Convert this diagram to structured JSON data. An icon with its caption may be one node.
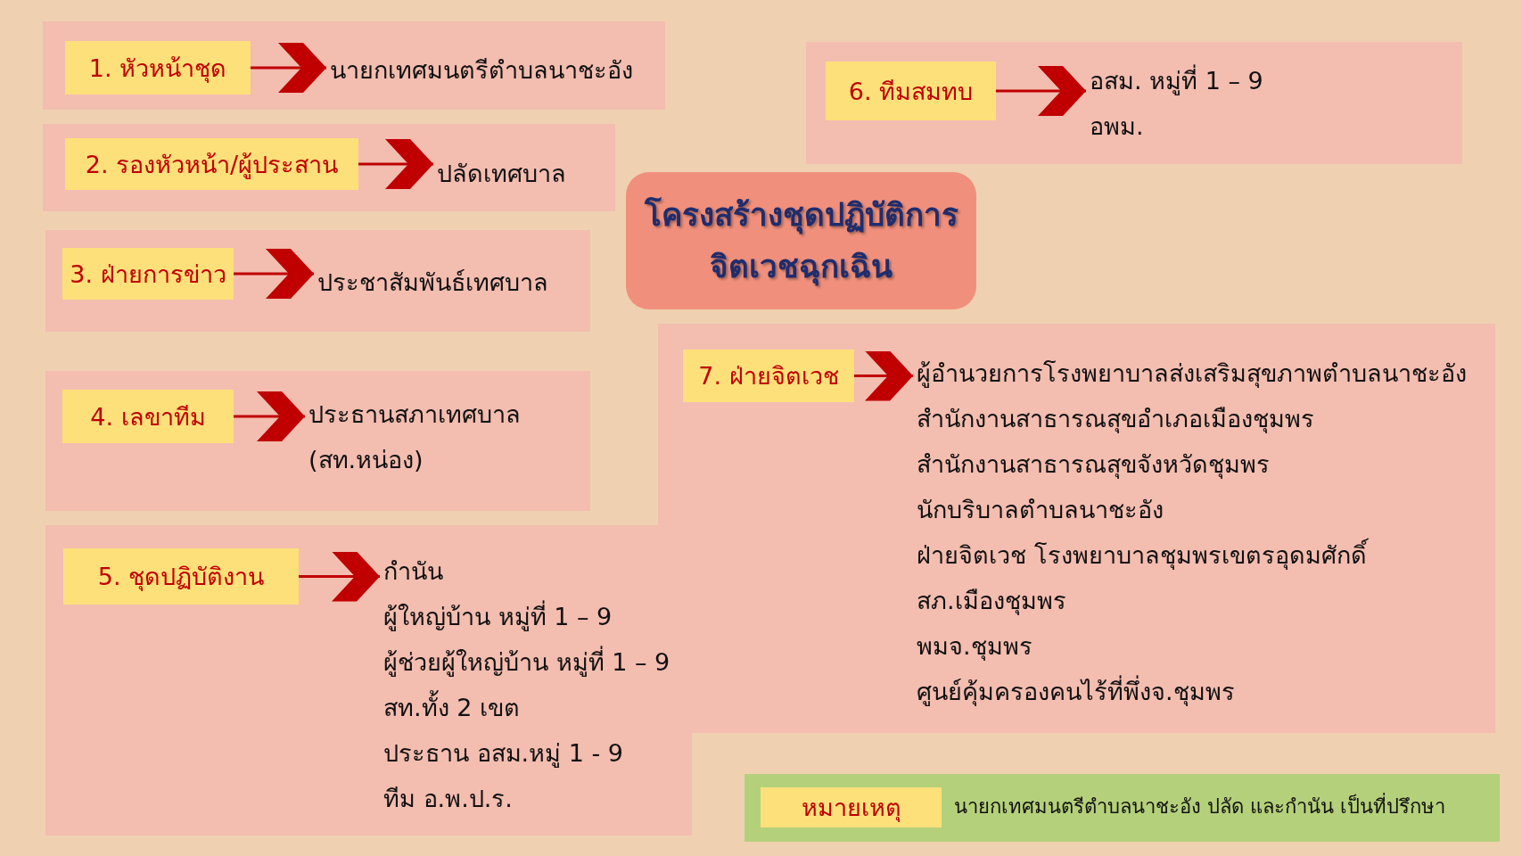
{
  "diagram": {
    "nodes": [
      {
        "text": [
          "โครงสร้างชุดปฏิบัติการจิตเวชฉุกเฉิน"
        ]
      },
      {
        "text": [],
        "shape": "box"
      },
      {
        "text": [
          "1. หัวหน้าชุด"
        ],
        "in": 1
      },
      {
        "text": [
          "นายกเทศมนตรีตำบลนาชะอัง"
        ],
        "in": 1
      },
      {
        "text": [],
        "shape": "box"
      },
      {
        "text": [
          "2. รองหัวหน้า/ผู้ประสาน"
        ],
        "in": 4
      },
      {
        "text": [
          "ปลัดเทศบาล"
        ],
        "in": 4
      },
      {
        "text": [],
        "shape": "box"
      },
      {
        "text": [
          "3. ฝ่ายการข่าว"
        ],
        "in": 7
      },
      {
        "text": [
          "ประชาสัมพันธ์เทศบาล"
        ],
        "in": 7
      },
      {
        "text": [],
        "shape": "box"
      },
      {
        "text": [
          "4. เลขาทีม"
        ],
        "in": 10
      },
      {
        "text": [
          "ประธานสภาเทศบาล",
          "(สท.หน่อง)"
        ],
        "in": 10
      },
      {
        "text": [],
        "shape": "box"
      },
      {
        "text": [
          "5. ชุดปฏิบัติงาน"
        ],
        "in": 13
      },
      {
        "text": [
          "กำนัน",
          "ผู้ใหญ่บ้าน หมู่ที่ 1 – 9",
          "ผู้ช่วยผู้ใหญ่บ้าน หมู่ที่ 1 – 9",
          "สท.ทั้ง 2 เขต",
          "ประธาน อสม.หมู่ 1 - 9",
          "ทีม อ.พ.ป.ร."
        ],
        "in": 13
      },
      {
        "text": [],
        "shape": "box"
      },
      {
        "text": [
          "6. ทีมสมทบ"
        ],
        "in": 16
      },
      {
        "text": [
          "อสม. หมู่ที่ 1 – 9",
          "อพม."
        ],
        "in": 16
      },
      {
        "text": [],
        "shape": "box"
      },
      {
        "text": [
          "7. ฝ่ายจิตเวช"
        ],
        "in": 19
      },
      {
        "text": [
          "ผู้อำนวยการโรงพยาบาลส่งเสริมสุขภาพตำบลนาชะอัง",
          "สำนักงานสาธารณสุขอำเภอเมืองชุมพร",
          "สำนักงานสาธารณสุขจังหวัดชุมพร",
          "นักบริบาลตำบลนาชะอัง",
          "ฝ่ายจิตเวช โรงพยาบาลชุมพรเขตรอุดมศักดิ์",
          "สภ.เมืองชุมพร",
          "พมจ.ชุมพร",
          "ศูนย์คุ้มครองคนไร้ที่พึ่งจ.ชุมพร"
        ],
        "in": 19
      },
      {
        "text": [],
        "shape": "box"
      },
      {
        "text": [
          "หมายเหตุ"
        ],
        "in": 22
      },
      {
        "text": [
          "นายกเทศมนตรีตำบลนาชะอัง ปลัด และกำนัน เป็นที่ปรึกษา"
        ],
        "in": 22
      }
    ],
    "edges": [
      {
        "from": 2,
        "to": 3,
        "arrow": "to"
      },
      {
        "from": 5,
        "to": 6,
        "arrow": "to"
      },
      {
        "from": 8,
        "to": 9,
        "arrow": "to"
      },
      {
        "from": 11,
        "to": 12,
        "arrow": "to"
      },
      {
        "from": 14,
        "to": 15,
        "arrow": "to"
      },
      {
        "from": 17,
        "to": 18,
        "arrow": "to"
      },
      {
        "from": 20,
        "to": 21,
        "arrow": "to"
      }
    ]
  }
}
